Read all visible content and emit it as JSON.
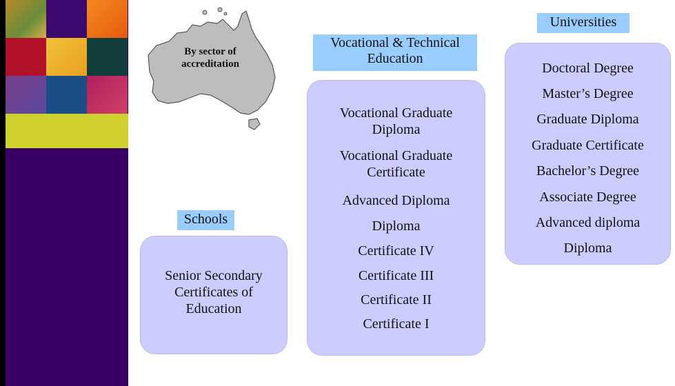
{
  "map_label": "By sector of accreditation",
  "vocational": {
    "heading": "Vocational & Technical Education",
    "items": [
      "Vocational Graduate Diploma",
      "Vocational Graduate Certificate",
      "Advanced Diploma",
      "Diploma",
      "Certificate IV",
      "Certificate III",
      "Certificate II",
      "Certificate I"
    ]
  },
  "universities": {
    "heading": "Universities",
    "items": [
      "Doctoral Degree",
      "Master’s Degree",
      "Graduate Diploma",
      "Graduate Certificate",
      "Bachelor’s Degree",
      "Associate Degree",
      "Advanced diploma",
      "Diploma"
    ]
  },
  "schools": {
    "heading": "Schools",
    "text": "Senior Secondary Certificates of Education"
  },
  "colors": {
    "heading_fill": "#99ccff",
    "box_fill": "#ccccff",
    "strip": "#3a0066",
    "band": "#cfd12f"
  }
}
